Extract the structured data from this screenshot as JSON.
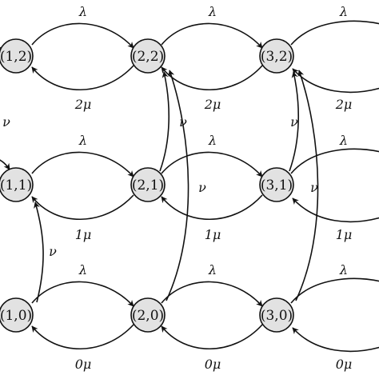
{
  "nodes": [
    {
      "id": "1-2",
      "label": "(1,2)"
    },
    {
      "id": "2-2",
      "label": "(2,2)"
    },
    {
      "id": "3-2",
      "label": "(3,2)"
    },
    {
      "id": "1-1",
      "label": "(1,1)"
    },
    {
      "id": "2-1",
      "label": "(2,1)"
    },
    {
      "id": "3-1",
      "label": "(3,1)"
    },
    {
      "id": "1-0",
      "label": "(1,0)"
    },
    {
      "id": "2-0",
      "label": "(2,0)"
    },
    {
      "id": "3-0",
      "label": "(3,0)"
    }
  ],
  "labels": {
    "lambda": "λ",
    "nu": "ν",
    "mu_row2": "2μ",
    "mu_row1": "1μ",
    "mu_row0": "0μ"
  }
}
